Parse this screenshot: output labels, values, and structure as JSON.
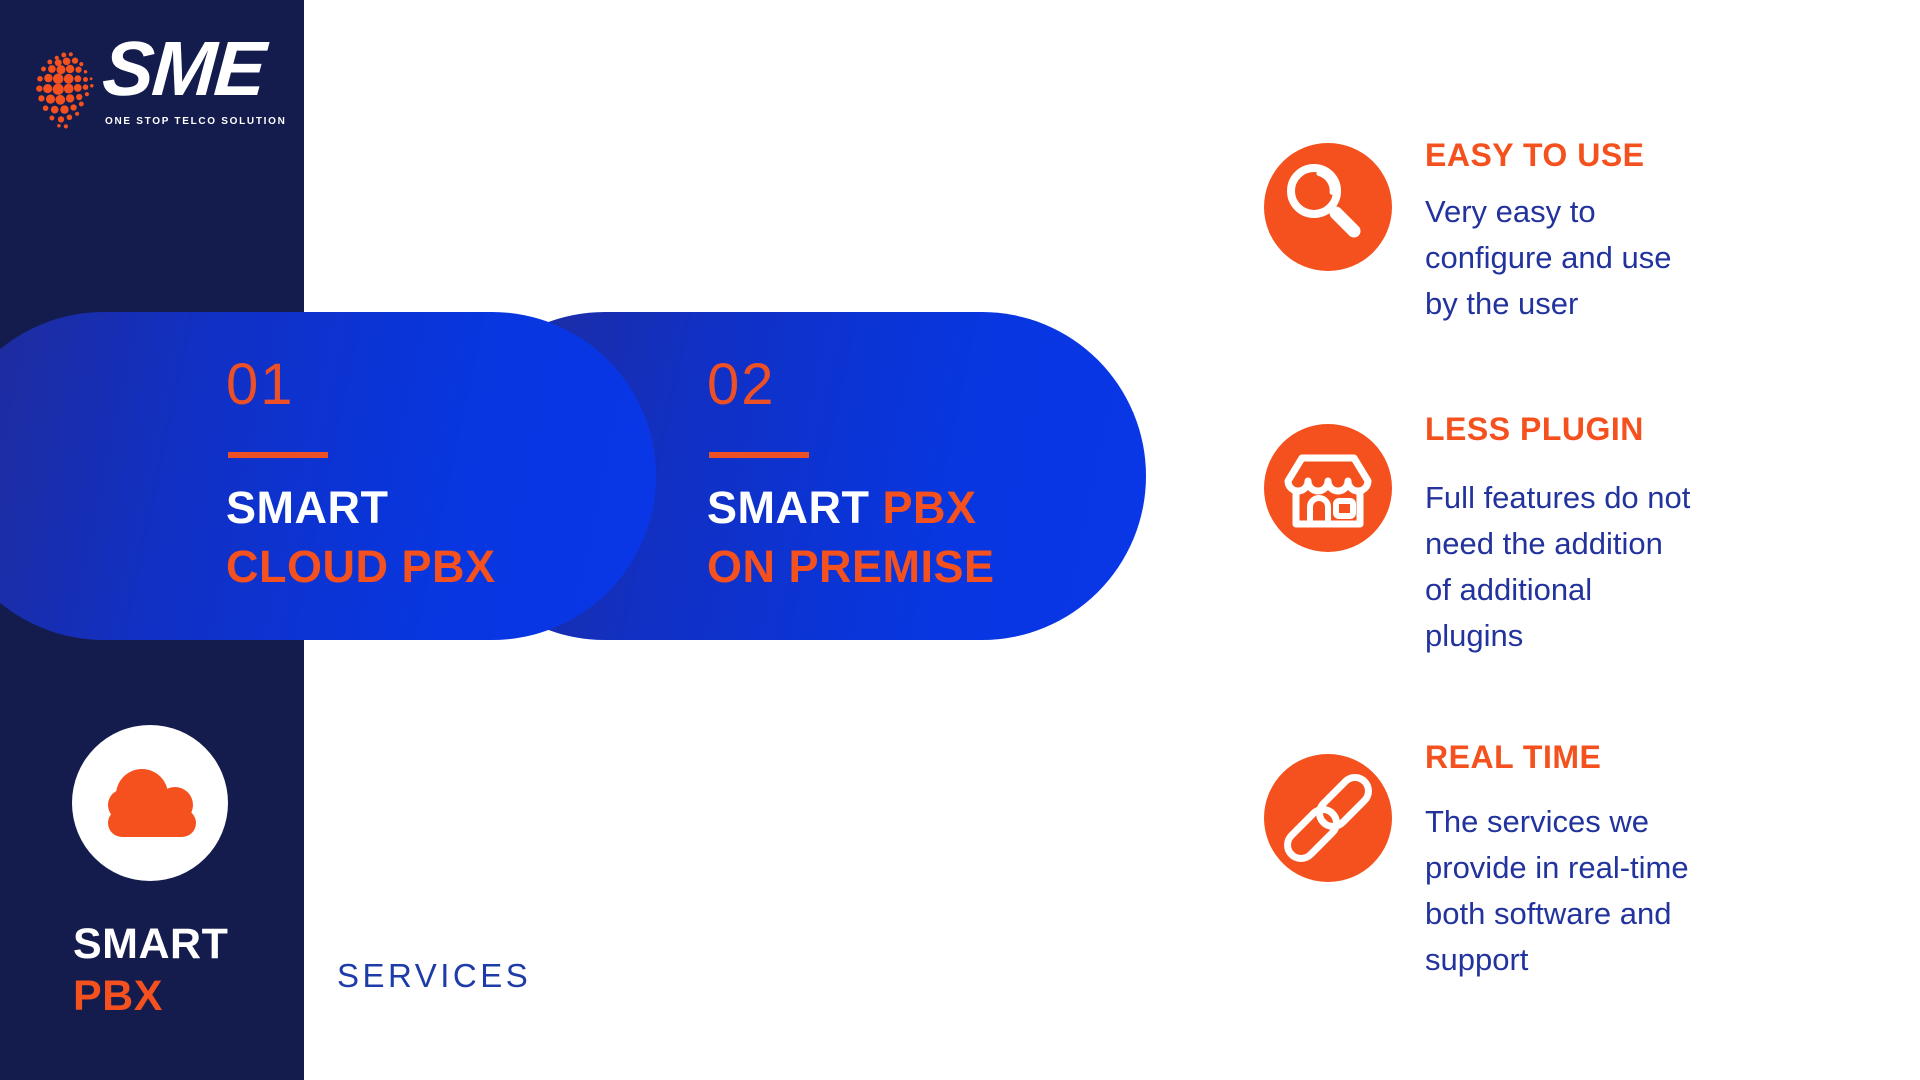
{
  "brand": {
    "name": "SME",
    "tagline": "ONE STOP TELCO SOLUTION",
    "logo_icon": "globe-dots-icon"
  },
  "colors": {
    "orange": "#f4511e",
    "sidebar_navy": "#131c4d",
    "pill_gradient_start": "#222b95",
    "pill_gradient_end": "#0937e8",
    "body_text_navy": "#22339e",
    "services_blue": "#1e3ca8",
    "white": "#ffffff"
  },
  "pills": [
    {
      "number": "01",
      "line1_white": "SMART",
      "line1_orange": "",
      "line2_orange": "CLOUD PBX"
    },
    {
      "number": "02",
      "line1_white": "SMART",
      "line1_orange": "PBX",
      "line2_orange": "ON PREMISE"
    }
  ],
  "badge": {
    "icon": "cloud-icon",
    "line1": "SMART",
    "line2": "PBX"
  },
  "services_label": "SERVICES",
  "features": [
    {
      "icon": "magnifier-icon",
      "title": "EASY TO USE",
      "lines": [
        "Very easy to",
        "configure and use",
        "by the user"
      ]
    },
    {
      "icon": "store-icon",
      "title": "LESS PLUGIN",
      "lines": [
        "Full features do not",
        "need the addition",
        "of additional",
        "plugins"
      ]
    },
    {
      "icon": "chain-link-icon",
      "title": "REAL TIME",
      "lines": [
        "The services we",
        "provide in real-time",
        "both software and",
        "support"
      ]
    }
  ]
}
